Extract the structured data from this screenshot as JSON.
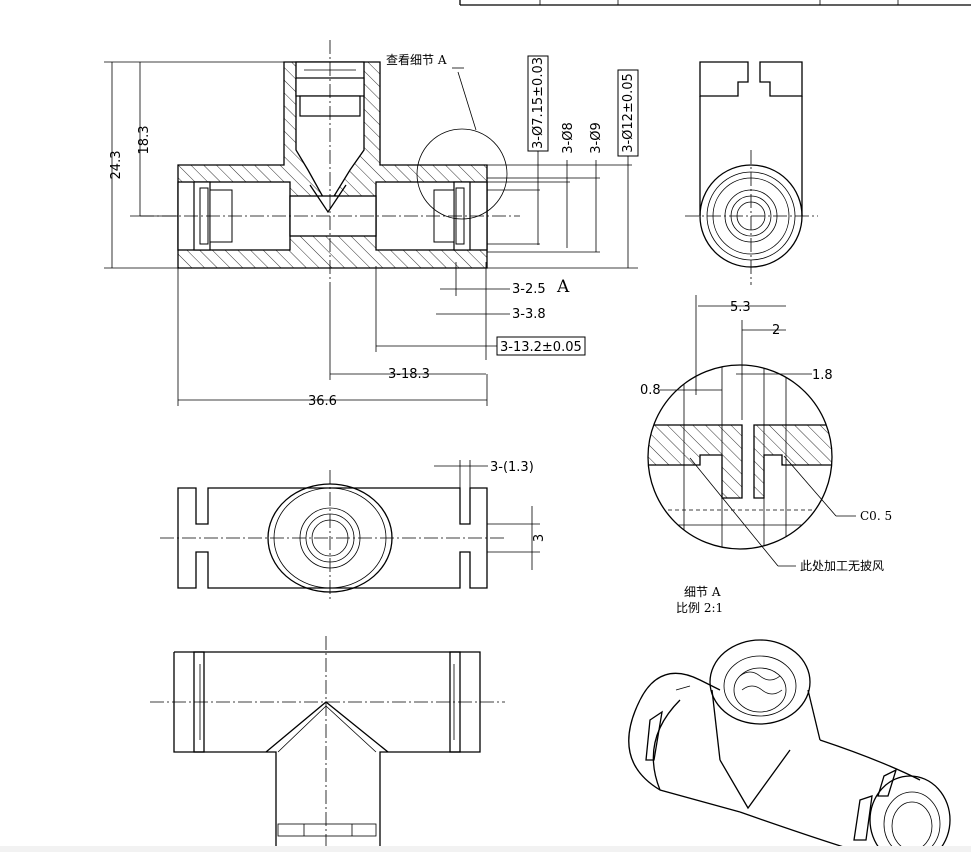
{
  "view_labels": {
    "detail_ref": "查看细节 A",
    "detail_ref_letter": "A",
    "section_letter": "A",
    "detail_title": "细节 A",
    "detail_scale": "比例 2:1"
  },
  "dimensions": {
    "overall_height": "24.3",
    "height_18": "18.3",
    "dia_715": "3-Ø7.15±0.03",
    "dia_8": "3-Ø8",
    "dia_9": "3-Ø9",
    "dia_12": "3-Ø12±0.05",
    "d_25": "3-2.5",
    "d_38": "3-3.8",
    "d_132": "3-13.2±0.05",
    "d_183": "3-18.3",
    "d_366": "36.6",
    "d_13": "3-(1.3)",
    "d_3": "3",
    "detail_53": "5.3",
    "detail_2": "2",
    "detail_08": "0.8",
    "detail_18": "1.8",
    "detail_c05": "C0. 5",
    "detail_note": "此处加工无披风"
  }
}
